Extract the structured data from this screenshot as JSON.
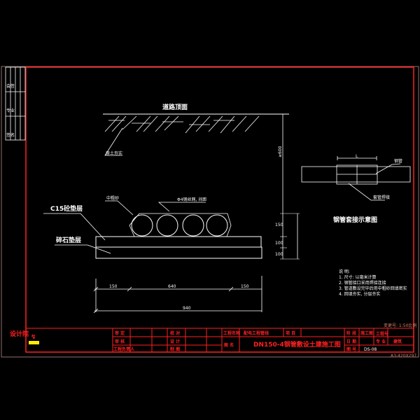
{
  "section": {
    "road_top_label": "道路顶面",
    "soil_label": "原土夯实",
    "sand_label": "中粗砂",
    "mesh_label": "Φ4钢丝网, 间距",
    "concrete_label": "C15砼垫层",
    "gravel_label": "碎石垫层",
    "depth_dim": "≥600",
    "right_dims": [
      "150",
      "100",
      "100"
    ],
    "bottom_dims": [
      "150",
      "640",
      "150"
    ],
    "total_dim": "940"
  },
  "detail": {
    "title": "钢管套接示意图",
    "top_dim": "L",
    "label_top": "钢管",
    "label_bottom": "套管焊接"
  },
  "notes": {
    "heading": "说  明:",
    "items": [
      "1. 尺寸: 以毫米计算",
      "2. 钢管接口采用焊接连接",
      "3. 管道敷设完毕后用中粗砂回填密实",
      "4. 回填夯实, 分层夯实"
    ]
  },
  "revision": "变更号: 1:50比例",
  "strip_labels": [
    "会签",
    "专业",
    "签名"
  ],
  "title_block": {
    "company": "设计院",
    "approve": "审  定",
    "review": "审  核",
    "lead": "工程负责人",
    "check": "校  对",
    "design": "设  计",
    "draw": "制  图",
    "project_label": "工程名称",
    "project_value": "配电工程管线",
    "sub_label": "项  目",
    "drawing_name_label": "图  名",
    "drawing_name": "DN150-4钢管敷设土建施工图",
    "stage_label": "阶  段",
    "stage_value": "施工图",
    "number_label2": "工程号",
    "date_label": "日  期",
    "discipline_label": "专  业",
    "discipline_value": "建筑",
    "drawing_no_label": "图  号",
    "drawing_no": "DS-08"
  },
  "footer": "A3-420X297"
}
